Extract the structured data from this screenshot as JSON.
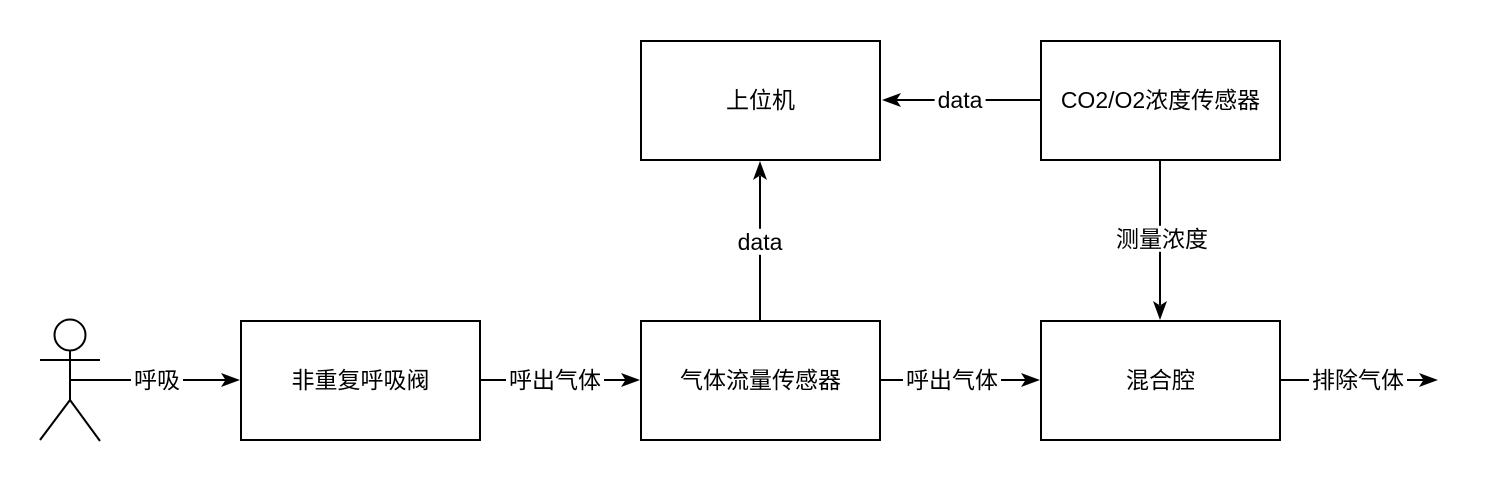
{
  "diagram": {
    "type": "flowchart",
    "colors": {
      "line": "#000000",
      "background": "#ffffff"
    },
    "actor": {
      "icon": "stick-figure-person-icon"
    },
    "nodes": [
      {
        "id": "host-computer",
        "label": "上位机"
      },
      {
        "id": "co2-o2-sensor",
        "label": "CO2/O2浓度传感器"
      },
      {
        "id": "non-rebreathing-valve",
        "label": "非重复呼吸阀"
      },
      {
        "id": "gas-flow-sensor",
        "label": "气体流量传感器"
      },
      {
        "id": "mixing-chamber",
        "label": "混合腔"
      }
    ],
    "edges": [
      {
        "from": "person",
        "to": "non-rebreathing-valve",
        "label": "呼吸"
      },
      {
        "from": "non-rebreathing-valve",
        "to": "gas-flow-sensor",
        "label": "呼出气体"
      },
      {
        "from": "gas-flow-sensor",
        "to": "mixing-chamber",
        "label": "呼出气体"
      },
      {
        "from": "mixing-chamber",
        "to": "outlet",
        "label": "排除气体"
      },
      {
        "from": "gas-flow-sensor",
        "to": "host-computer",
        "label": "data"
      },
      {
        "from": "co2-o2-sensor",
        "to": "host-computer",
        "label": "data"
      },
      {
        "from": "co2-o2-sensor",
        "to": "mixing-chamber",
        "label": "测量浓度"
      }
    ]
  }
}
